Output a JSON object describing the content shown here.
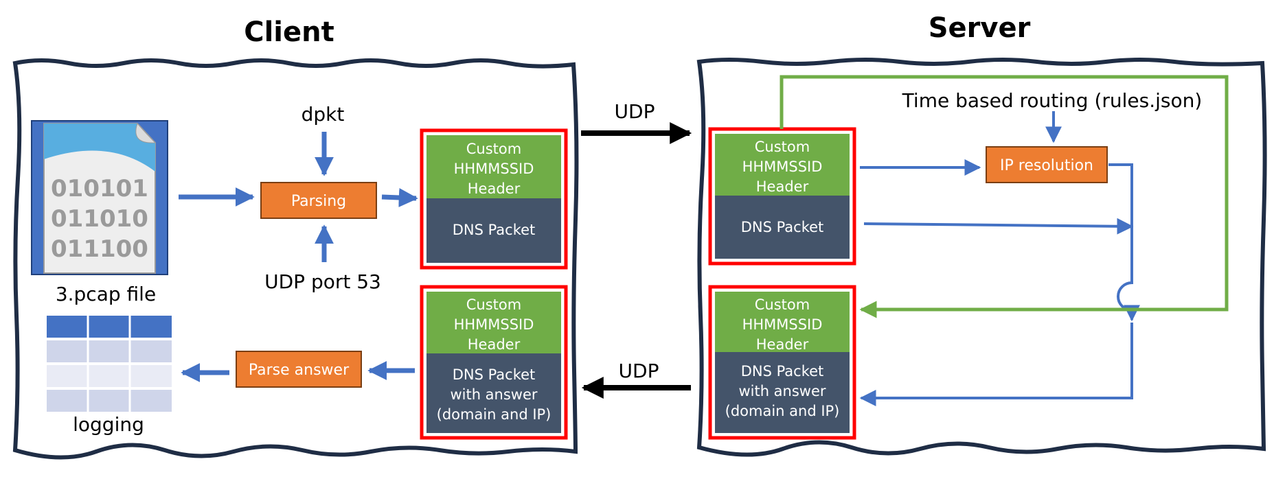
{
  "colors": {
    "green": "#70ad47",
    "navy": "#44546a",
    "orange": "#ed7d31",
    "blue": "#4472c4",
    "red": "#ff0000",
    "black": "#000000"
  },
  "client": {
    "title": "Client",
    "file_label": "3.pcap file",
    "file_bits": [
      "010101",
      "011010",
      "011100"
    ],
    "dpkt": "dpkt",
    "udp_port": "UDP port 53",
    "parsing": "Parsing",
    "parse_answer": "Parse answer",
    "logging": "logging",
    "packet_request": {
      "header_lines": [
        "Custom",
        "HHMMSSID",
        "Header"
      ],
      "body_lines": [
        "DNS Packet"
      ]
    },
    "packet_response": {
      "header_lines": [
        "Custom",
        "HHMMSSID",
        "Header"
      ],
      "body_lines": [
        "DNS Packet",
        "with answer",
        "(domain and IP)"
      ]
    }
  },
  "link": {
    "udp_to_server": "UDP",
    "udp_to_client": "UDP"
  },
  "server": {
    "title": "Server",
    "routing": "Time based routing (rules.json)",
    "ip_resolution": "IP resolution",
    "packet_request": {
      "header_lines": [
        "Custom",
        "HHMMSSID",
        "Header"
      ],
      "body_lines": [
        "DNS Packet"
      ]
    },
    "packet_response": {
      "header_lines": [
        "Custom",
        "HHMMSSID",
        "Header"
      ],
      "body_lines": [
        "DNS Packet",
        "with answer",
        "(domain and IP)"
      ]
    }
  },
  "icons": [
    "document-binary-icon",
    "table-icon",
    "arrow-icon"
  ]
}
